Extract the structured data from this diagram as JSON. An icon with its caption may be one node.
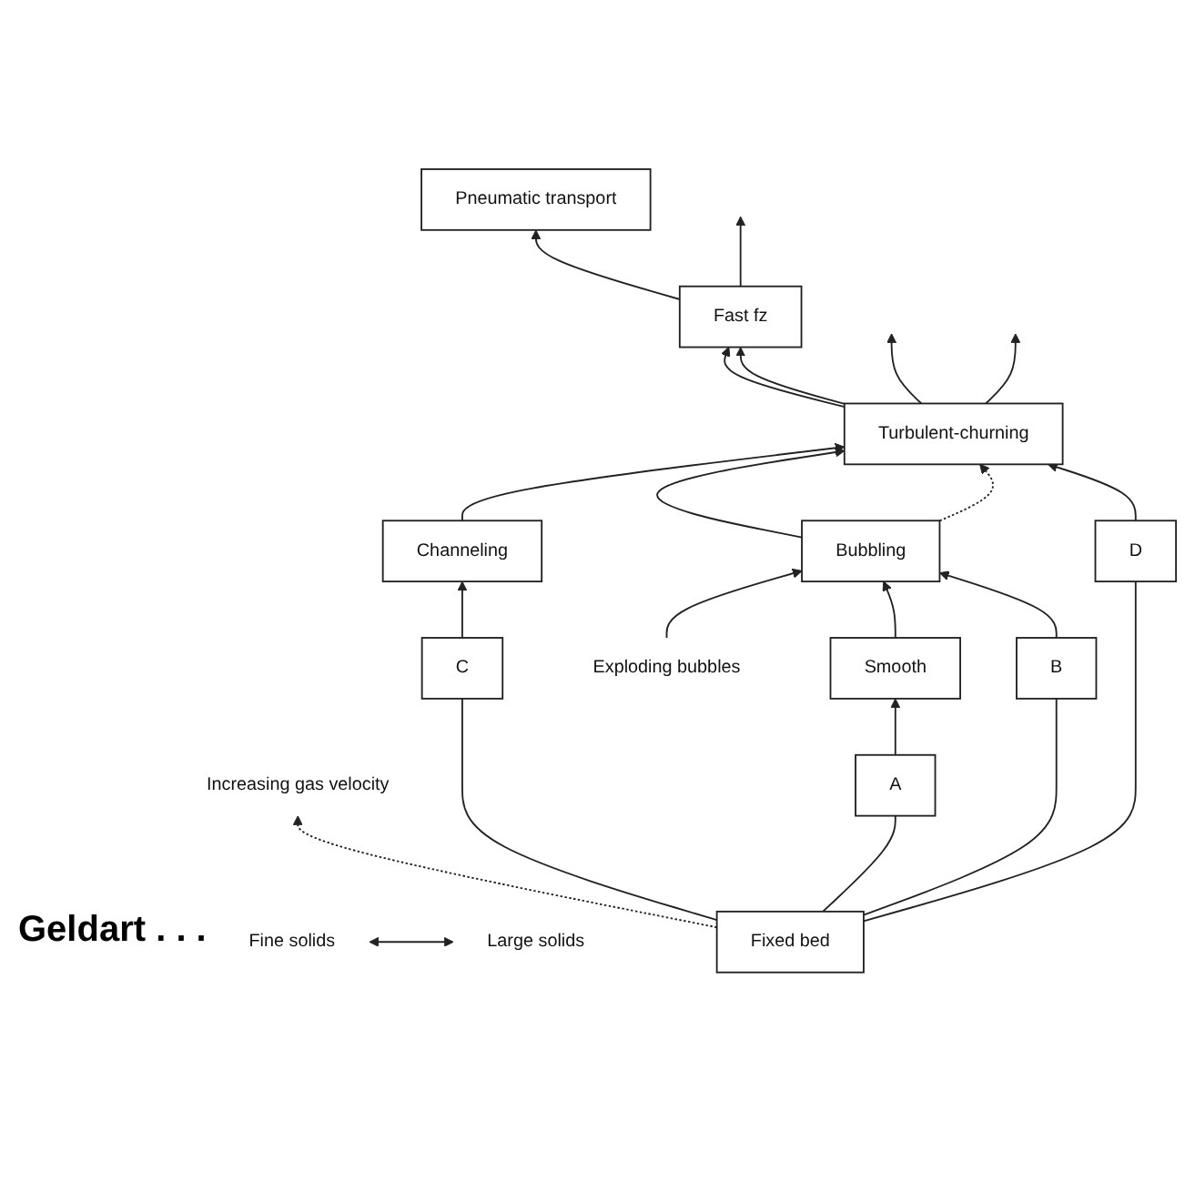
{
  "diagram": {
    "nodes": [
      {
        "text": [
          "Pneumatic transport"
        ]
      },
      {
        "text": [
          "Fast fz"
        ]
      },
      {
        "text": [
          "Turbulent-churning"
        ]
      },
      {
        "text": [
          "Bubbling"
        ]
      },
      {
        "text": [
          "Exploding bubbles"
        ]
      },
      {
        "text": [
          "Increasing gas velocity"
        ]
      },
      {
        "text": [
          "Channeling"
        ]
      },
      {
        "text": [
          "Smooth"
        ]
      },
      {
        "text": [
          "C"
        ]
      },
      {
        "text": [
          "A"
        ]
      },
      {
        "text": [
          "B"
        ]
      },
      {
        "text": [
          "D"
        ]
      },
      {
        "text": [
          "Fixed bed"
        ]
      },
      {
        "text": [
          "Fine solids"
        ]
      },
      {
        "text": [
          "Large solids"
        ]
      }
    ],
    "edges": [
      {
        "from": 1,
        "to": 0,
        "arrow": "to"
      },
      {
        "from": 1,
        "to": null,
        "arrow": "to"
      },
      {
        "from": 2,
        "to": 1,
        "arrow": "to"
      },
      {
        "from": 2,
        "to": 1,
        "arrow": "to"
      },
      {
        "from": 2,
        "to": null,
        "arrow": "to"
      },
      {
        "from": 2,
        "to": null,
        "arrow": "to"
      },
      {
        "from": 6,
        "to": 2,
        "arrow": "to"
      },
      {
        "from": 3,
        "to": 2,
        "arrow": "to"
      },
      {
        "from": 3,
        "to": 2,
        "arrow": "to",
        "style": "dashed"
      },
      {
        "from": 11,
        "to": 2,
        "arrow": "to"
      },
      {
        "from": 4,
        "to": 3,
        "arrow": "to"
      },
      {
        "from": 7,
        "to": 3,
        "arrow": "to"
      },
      {
        "from": 10,
        "to": 3,
        "arrow": "to"
      },
      {
        "from": 8,
        "to": 6,
        "arrow": "to"
      },
      {
        "from": 9,
        "to": 7,
        "arrow": "to"
      },
      {
        "from": 12,
        "to": 8,
        "arrow": "none"
      },
      {
        "from": 12,
        "to": 9,
        "arrow": "none"
      },
      {
        "from": 12,
        "to": 10,
        "arrow": "none"
      },
      {
        "from": 12,
        "to": 11,
        "arrow": "none"
      },
      {
        "from": 12,
        "to": 5,
        "arrow": "to",
        "style": "dashed"
      },
      {
        "from": 13,
        "to": 14,
        "arrow": "both"
      }
    ],
    "labels": [
      "Geldart . . ."
    ]
  }
}
